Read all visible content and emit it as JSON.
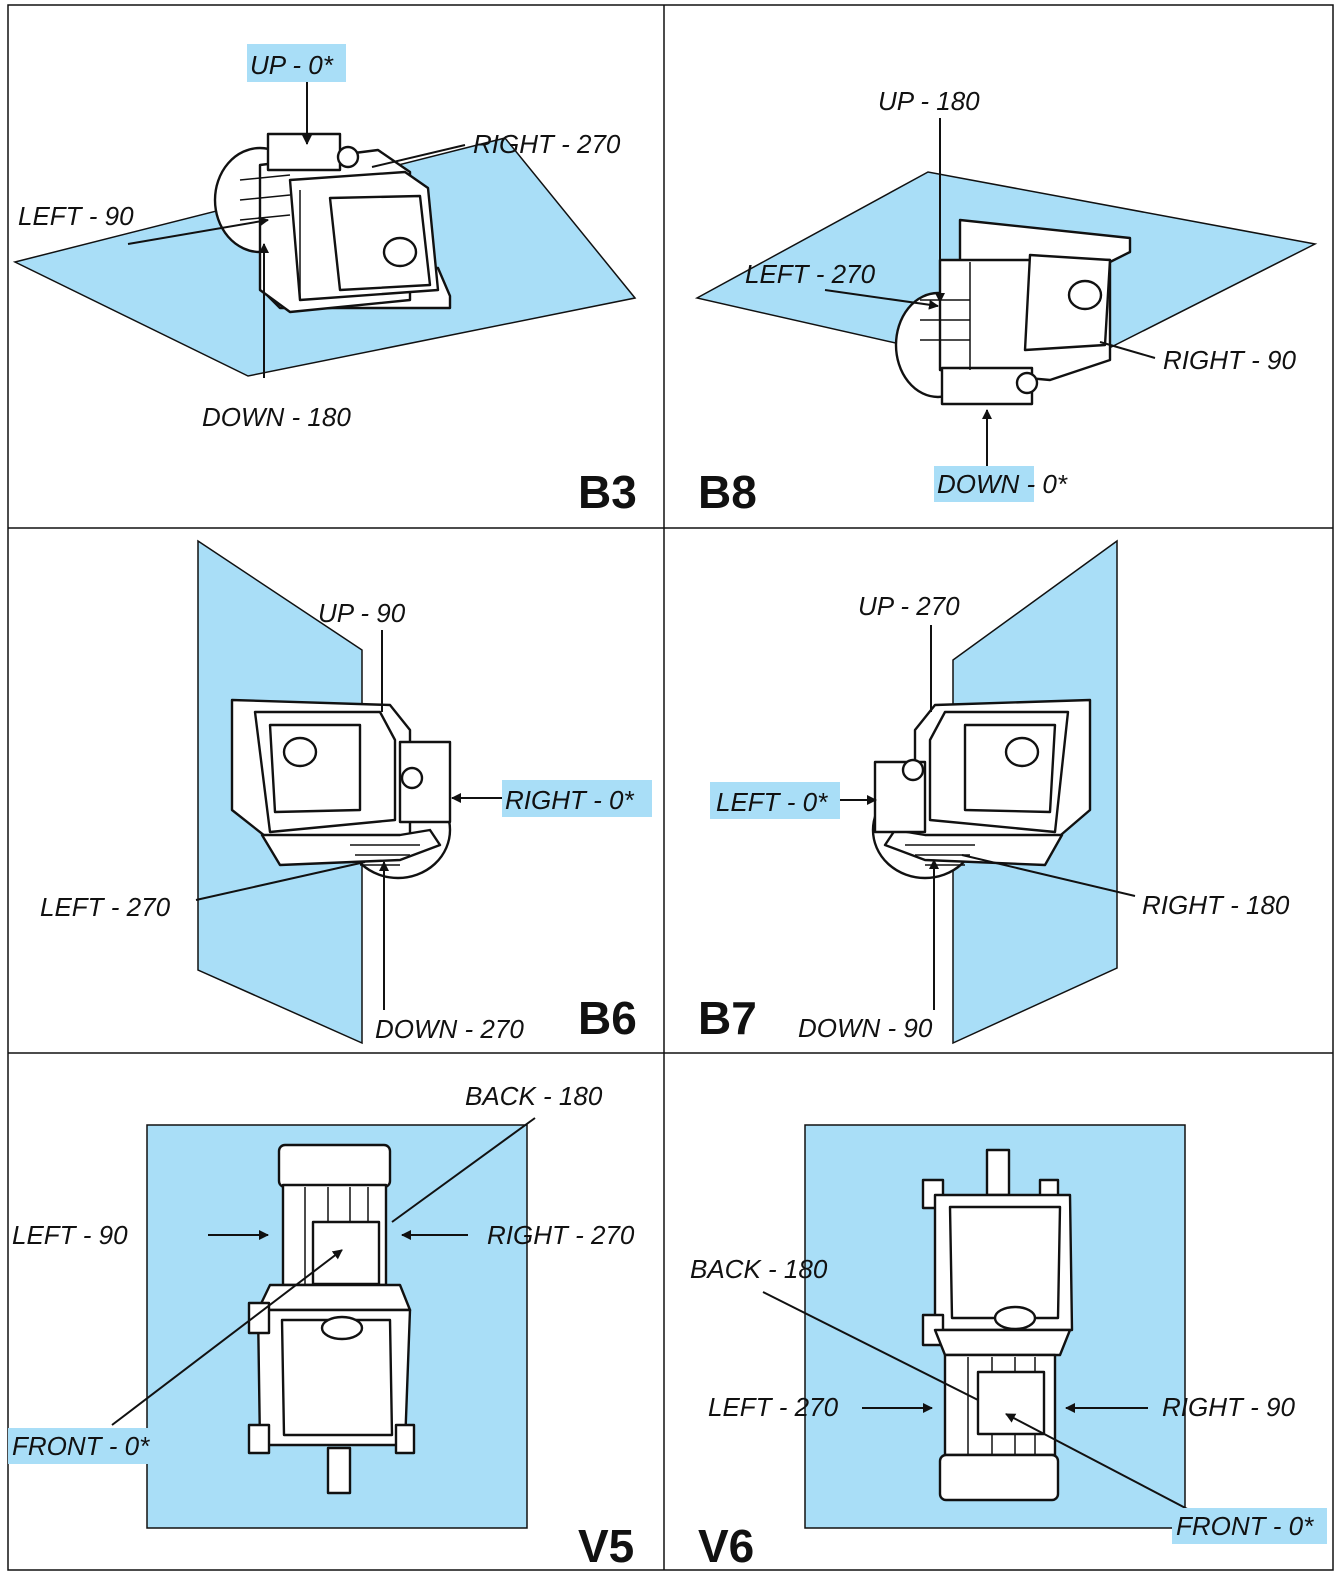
{
  "colors": {
    "plane": "#a9def7",
    "highlight": "#a9def7",
    "line": "#111111"
  },
  "panels": [
    {
      "code": "B3",
      "labels": {
        "up": "UP - 0*",
        "right": "RIGHT - 270",
        "left": "LEFT - 90",
        "down": "DOWN - 180"
      },
      "highlighted": [
        "up"
      ]
    },
    {
      "code": "B8",
      "labels": {
        "up": "UP - 180",
        "left": "LEFT - 270",
        "right": "RIGHT - 90",
        "down_word": "DOWN",
        "down_rest": " - 0*"
      },
      "highlighted": [
        "down_word"
      ]
    },
    {
      "code": "B6",
      "labels": {
        "up": "UP - 90",
        "right": "RIGHT - 0*",
        "left": "LEFT - 270",
        "down": "DOWN - 270"
      },
      "highlighted": [
        "right"
      ]
    },
    {
      "code": "B7",
      "labels": {
        "up": "UP - 270",
        "left": "LEFT - 0*",
        "right": "RIGHT - 180",
        "down": "DOWN - 90"
      },
      "highlighted": [
        "left"
      ]
    },
    {
      "code": "V5",
      "labels": {
        "back": "BACK - 180",
        "left": "LEFT - 90",
        "right": "RIGHT - 270",
        "front": "FRONT - 0*"
      },
      "highlighted": [
        "front"
      ]
    },
    {
      "code": "V6",
      "labels": {
        "back": "BACK - 180",
        "left": "LEFT - 270",
        "right": "RIGHT - 90",
        "front": "FRONT - 0*"
      },
      "highlighted": [
        "front"
      ]
    }
  ]
}
